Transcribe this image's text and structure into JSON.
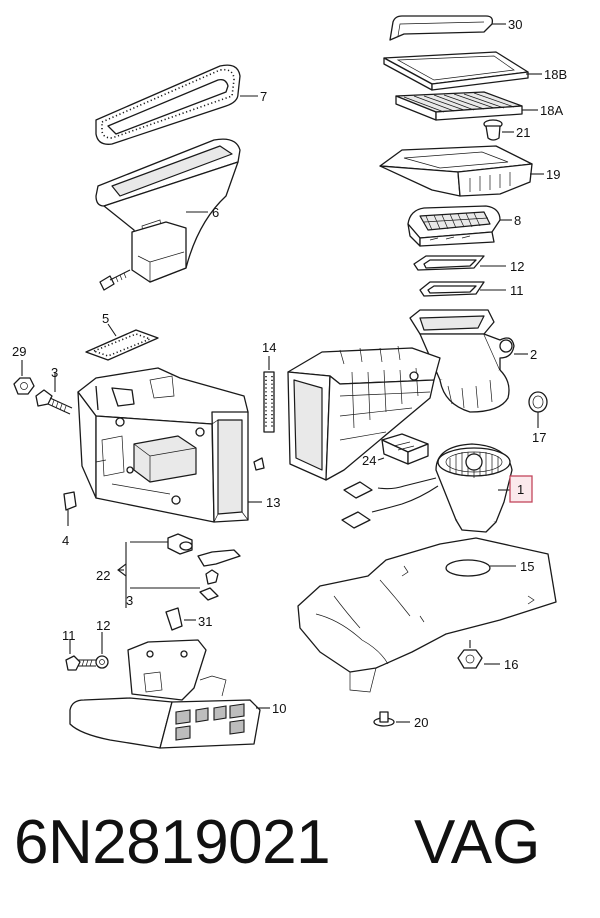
{
  "callouts": {
    "c1": "1",
    "c2": "2",
    "c3a": "3",
    "c3b": "3",
    "c4": "4",
    "c5": "5",
    "c6": "6",
    "c7": "7",
    "c8": "8",
    "c10": "10",
    "c11a": "11",
    "c11b": "11",
    "c12a": "12",
    "c12b": "12",
    "c13": "13",
    "c14": "14",
    "c15": "15",
    "c16": "16",
    "c17": "17",
    "c18a": "18A",
    "c18b": "18B",
    "c19": "19",
    "c20": "20",
    "c21": "21",
    "c22": "22",
    "c24": "24",
    "c29": "29",
    "c30": "30",
    "c31": "31"
  },
  "caption": {
    "part_number": "6N2819021",
    "brand": "VAG"
  },
  "colors": {
    "highlight": "#c2465c"
  }
}
